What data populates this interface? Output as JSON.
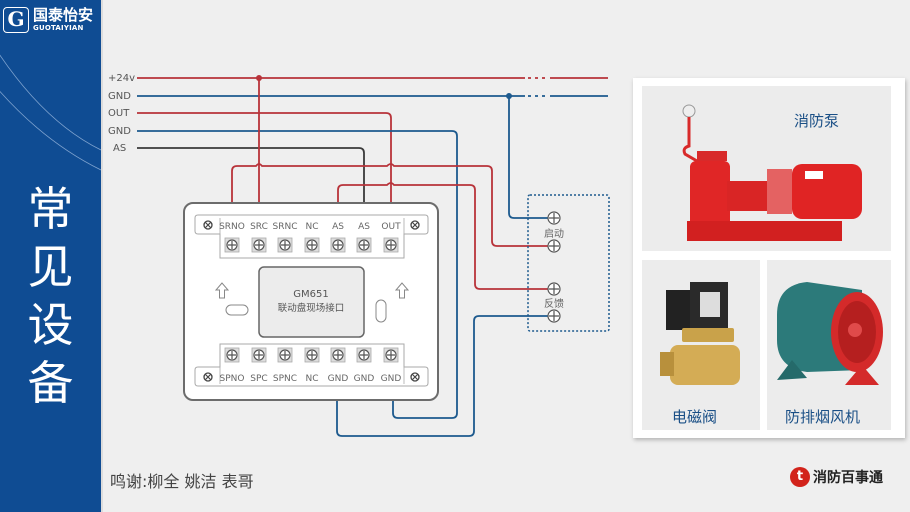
{
  "logo": {
    "mark": "G",
    "name_cn": "国泰怡安",
    "name_en": "GUOTAIYIAN"
  },
  "sidebar": {
    "title_chars": [
      "常",
      "见",
      "设",
      "备"
    ]
  },
  "wires": {
    "labels": [
      "+24v",
      "GND",
      "OUT",
      "GND",
      "AS"
    ],
    "colors": {
      "red": "#b8333a",
      "blue": "#1d5a8e",
      "black": "#3a3a3a"
    }
  },
  "module": {
    "model": "GM651",
    "name": "联动盘现场接口",
    "top_pins": [
      "SRNO",
      "SRC",
      "SRNC",
      "NC",
      "AS",
      "AS",
      "OUT"
    ],
    "bottom_pins": [
      "SPNO",
      "SPC",
      "SPNC",
      "NC",
      "GND",
      "GND",
      "GND"
    ]
  },
  "device_terminals": {
    "start_label": "启动",
    "feedback_label": "反馈"
  },
  "equipment": [
    {
      "name": "消防泵",
      "icon": "fire-pump-image"
    },
    {
      "name": "电磁阀",
      "icon": "solenoid-valve-image"
    },
    {
      "name": "防排烟风机",
      "icon": "smoke-exhaust-fan-image"
    }
  ],
  "footer": {
    "credits": "鸣谢:柳全 姚洁 表哥",
    "brand_mark": "t",
    "brand_name": "消防百事通"
  }
}
